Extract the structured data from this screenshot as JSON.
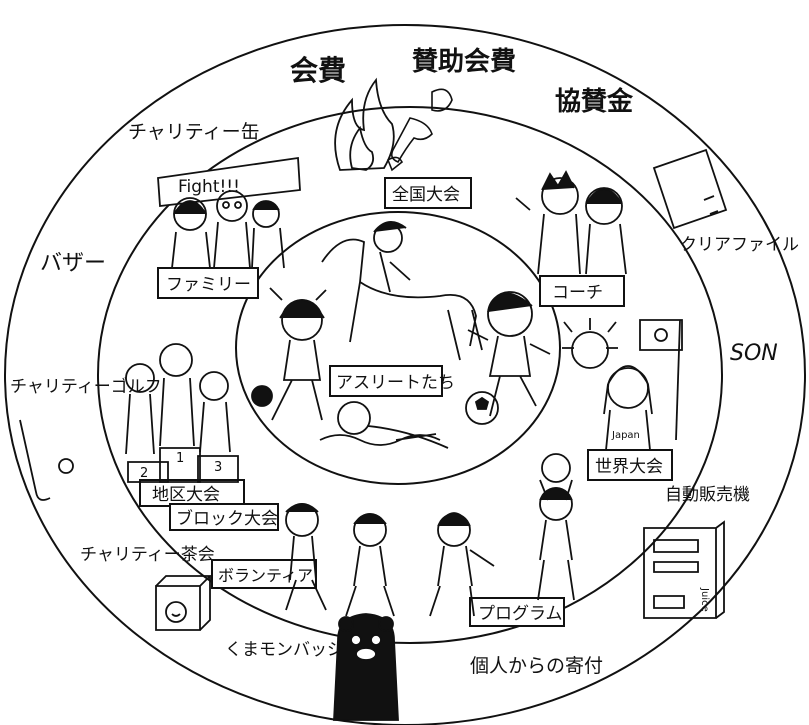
{
  "outer_ring": {
    "items": [
      {
        "key": "kaihi",
        "label": "会費"
      },
      {
        "key": "sanjo",
        "label": "賛助会費"
      },
      {
        "key": "kyosan",
        "label": "協賛金"
      },
      {
        "key": "can",
        "label": "チャリティー缶"
      },
      {
        "key": "bazaar",
        "label": "バザー"
      },
      {
        "key": "golf",
        "label": "チャリティーゴルフ"
      },
      {
        "key": "tea",
        "label": "チャリティー茶会"
      },
      {
        "key": "kumamon",
        "label": "くまモンバッジ"
      },
      {
        "key": "kojin",
        "label": "個人からの寄付"
      },
      {
        "key": "vending",
        "label": "自動販売機"
      },
      {
        "key": "son",
        "label": "SON"
      },
      {
        "key": "file",
        "label": "クリアファイル"
      }
    ]
  },
  "middle_ring": {
    "items": [
      {
        "key": "zenkoku",
        "label": "全国大会"
      },
      {
        "key": "family",
        "label": "ファミリー"
      },
      {
        "key": "coach",
        "label": "コーチ"
      },
      {
        "key": "sekai",
        "label": "世界大会"
      },
      {
        "key": "chiku",
        "label": "地区大会"
      },
      {
        "key": "block",
        "label": "ブロック大会"
      },
      {
        "key": "volunteer",
        "label": "ボランティア"
      },
      {
        "key": "program",
        "label": "プログラム"
      }
    ]
  },
  "center": {
    "label": "アスリートたち"
  },
  "decor": {
    "banner": "Fight!!!",
    "japan": "Japan",
    "juice": "Juice",
    "podium": [
      "2",
      "1",
      "3"
    ]
  }
}
